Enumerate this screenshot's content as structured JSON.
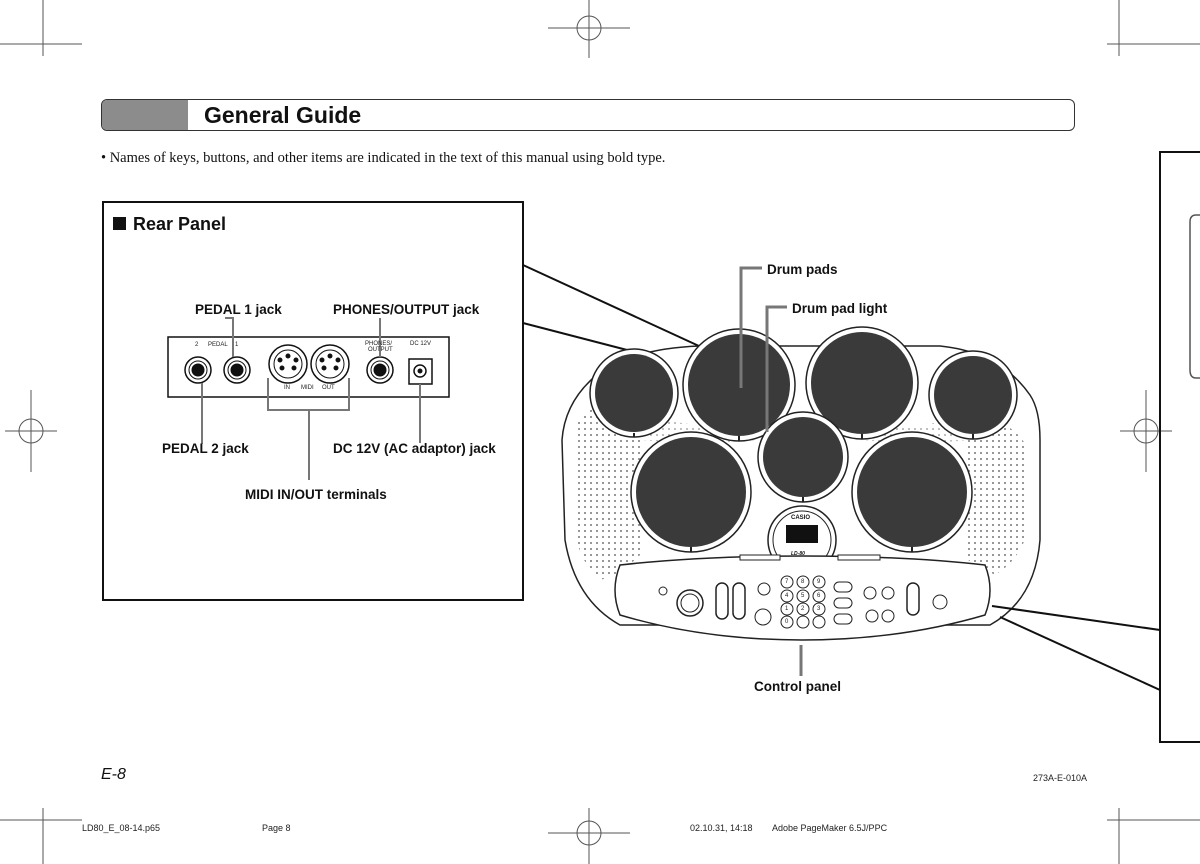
{
  "header": {
    "title": "General Guide"
  },
  "intro_text": "• Names of keys, buttons, and other items are indicated in the text of this manual using bold type.",
  "rear_panel": {
    "heading": "Rear Panel",
    "labels": {
      "pedal1_jack": "PEDAL 1 jack",
      "phones_output_jack": "PHONES/OUTPUT jack",
      "pedal2_jack": "PEDAL 2 jack",
      "dc_jack": "DC 12V (AC adaptor) jack",
      "midi_terminals": "MIDI IN/OUT terminals"
    },
    "panel_text": {
      "pedal_2": "2",
      "pedal": "PEDAL",
      "pedal_1": "1",
      "in": "IN",
      "midi": "MIDI",
      "out": "OUT",
      "phones_line1": "PHONES/",
      "phones_line2": "OUTPUT",
      "dc": "DC 12V"
    }
  },
  "main_unit": {
    "labels": {
      "drum_pads": "Drum pads",
      "drum_pad_light": "Drum pad light",
      "control_panel": "Control panel"
    },
    "brand": "CASIO",
    "model": "LD-80",
    "keypad_digits": [
      "7",
      "8",
      "9",
      "4",
      "5",
      "6",
      "1",
      "2",
      "3",
      "0"
    ]
  },
  "page_footer": {
    "page_number": "E-8",
    "doc_code": "273A-E-010A",
    "file_name": "LD80_E_08-14.p65",
    "page_label": "Page 8",
    "timestamp": "02.10.31, 14:18",
    "software": "Adobe PageMaker 6.5J/PPC"
  }
}
